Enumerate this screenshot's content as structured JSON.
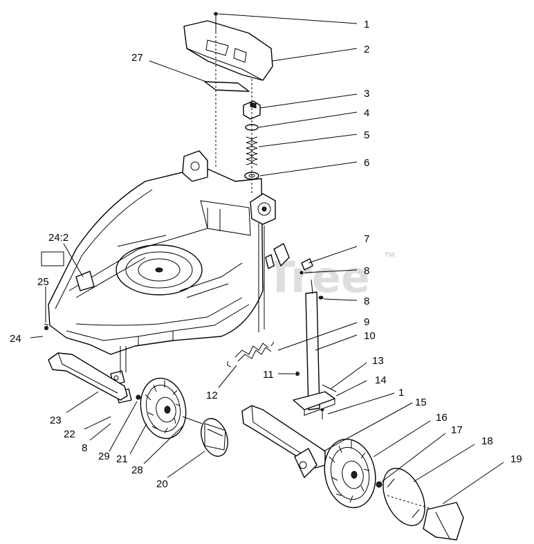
{
  "watermark": {
    "text": "PartsTree",
    "trademark": "TM"
  },
  "callouts": [
    {
      "id": "c1a",
      "label": "1"
    },
    {
      "id": "c2",
      "label": "2"
    },
    {
      "id": "c27",
      "label": "27"
    },
    {
      "id": "c3",
      "label": "3"
    },
    {
      "id": "c4",
      "label": "4"
    },
    {
      "id": "c5",
      "label": "5"
    },
    {
      "id": "c6",
      "label": "6"
    },
    {
      "id": "c242",
      "label": "24:2"
    },
    {
      "id": "c7",
      "label": "7"
    },
    {
      "id": "c8a",
      "label": "8"
    },
    {
      "id": "c25",
      "label": "25"
    },
    {
      "id": "c8b",
      "label": "8"
    },
    {
      "id": "c9",
      "label": "9"
    },
    {
      "id": "c24",
      "label": "24"
    },
    {
      "id": "c10",
      "label": "10"
    },
    {
      "id": "c13",
      "label": "13"
    },
    {
      "id": "c11",
      "label": "11"
    },
    {
      "id": "c14",
      "label": "14"
    },
    {
      "id": "c12",
      "label": "12"
    },
    {
      "id": "c1b",
      "label": "1"
    },
    {
      "id": "c15",
      "label": "15"
    },
    {
      "id": "c23",
      "label": "23"
    },
    {
      "id": "c16",
      "label": "16"
    },
    {
      "id": "c22",
      "label": "22"
    },
    {
      "id": "c17",
      "label": "17"
    },
    {
      "id": "c8c",
      "label": "8"
    },
    {
      "id": "c18",
      "label": "18"
    },
    {
      "id": "c29",
      "label": "29"
    },
    {
      "id": "c21",
      "label": "21"
    },
    {
      "id": "c19",
      "label": "19"
    },
    {
      "id": "c28",
      "label": "28"
    },
    {
      "id": "c20",
      "label": "20"
    }
  ]
}
